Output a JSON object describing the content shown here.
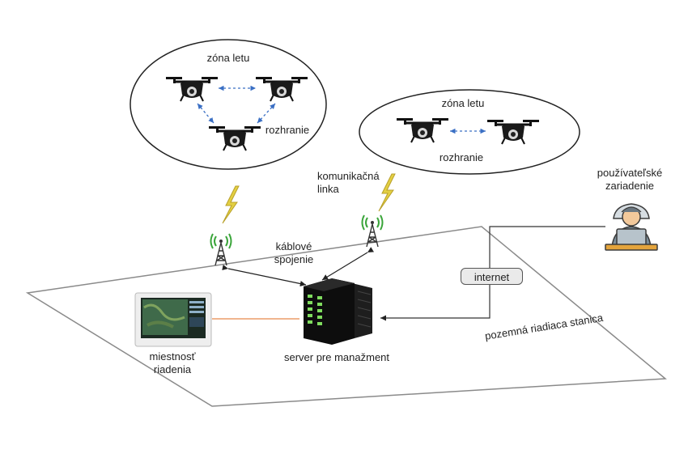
{
  "flight_zone_1": {
    "title": "zóna letu",
    "interface_label": "rozhranie"
  },
  "flight_zone_2": {
    "title": "zóna letu",
    "interface_label": "rozhranie"
  },
  "communication_link_label": "komunikačná\nlinka",
  "cable_connection_label": "káblové\nspojenie",
  "user_devices_label": "používateľské\nzariadenie",
  "internet_label": "internet",
  "control_room_label": "miestnosť\nriadenia",
  "management_server_label": "server pre manažment",
  "ground_station_label": "pozemná riadiaca stanica",
  "colors": {
    "dashed_link": "#3a6fc4",
    "local_link": "#e8894a",
    "lightning": "#d9c23a",
    "antenna_signal": "#3aa53a"
  }
}
